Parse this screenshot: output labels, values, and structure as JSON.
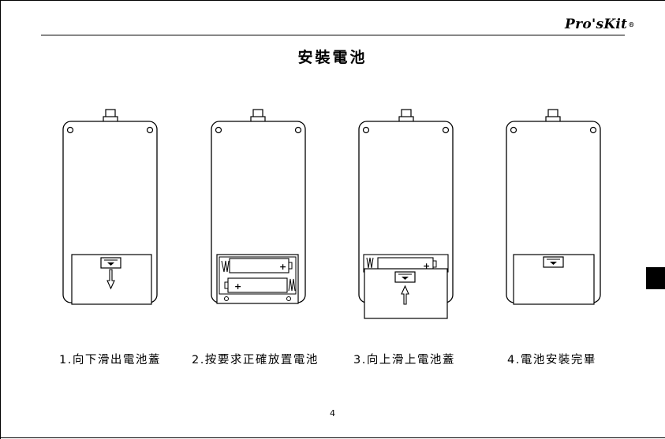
{
  "brand": {
    "logo_text": "Pro'sKit",
    "logo_mark": "®"
  },
  "page": {
    "title": "安裝電池",
    "number": "4"
  },
  "steps": [
    {
      "caption": "1.向下滑出電池蓋"
    },
    {
      "caption": "2.按要求正確放置電池"
    },
    {
      "caption": "3.向上滑上電池蓋"
    },
    {
      "caption": "4.電池安裝完畢"
    }
  ],
  "battery_marks": {
    "plus": "+",
    "minus": "−"
  },
  "colors": {
    "ink": "#000000",
    "paper": "#ffffff",
    "tab": "#000000"
  }
}
